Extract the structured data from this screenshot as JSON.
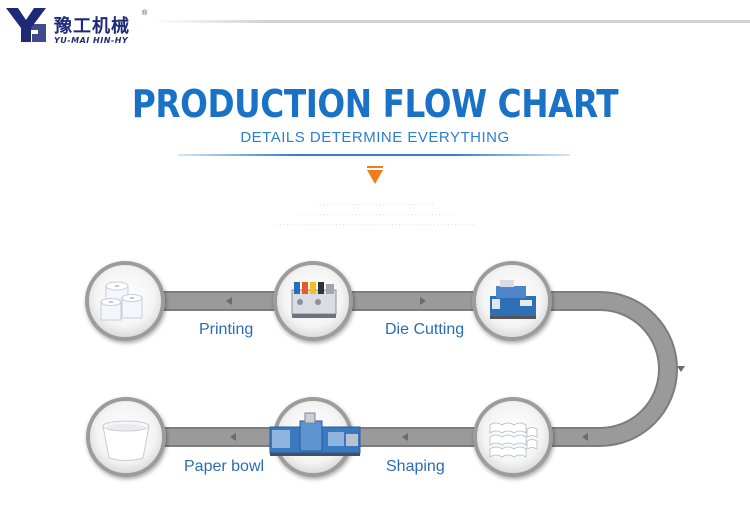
{
  "brand": {
    "logo_mark": "YG",
    "name_cn": "豫工机械",
    "name_en": "YU-MAI HIN-HY",
    "registered": "®"
  },
  "heading": {
    "title": "PRODUCTION FLOW CHART",
    "subtitle": "DETAILS DETERMINE EVERYTHING"
  },
  "colors": {
    "accent_blue": "#1a72c6",
    "arrow_orange": "#f07c1c",
    "track_gray": "#8f8f8f"
  },
  "steps": [
    {
      "label": "",
      "icon": "paper-roll-icon"
    },
    {
      "label": "Printing",
      "icon": "printing-machine-icon"
    },
    {
      "label": "Die Cutting",
      "icon": "die-cutting-machine-icon"
    },
    {
      "label": "",
      "icon": "cut-paper-sheets-icon"
    },
    {
      "label": "Shaping",
      "icon": "cup-forming-machine-icon"
    },
    {
      "label": "Paper bowl",
      "icon": "paper-bowl-icon"
    }
  ]
}
